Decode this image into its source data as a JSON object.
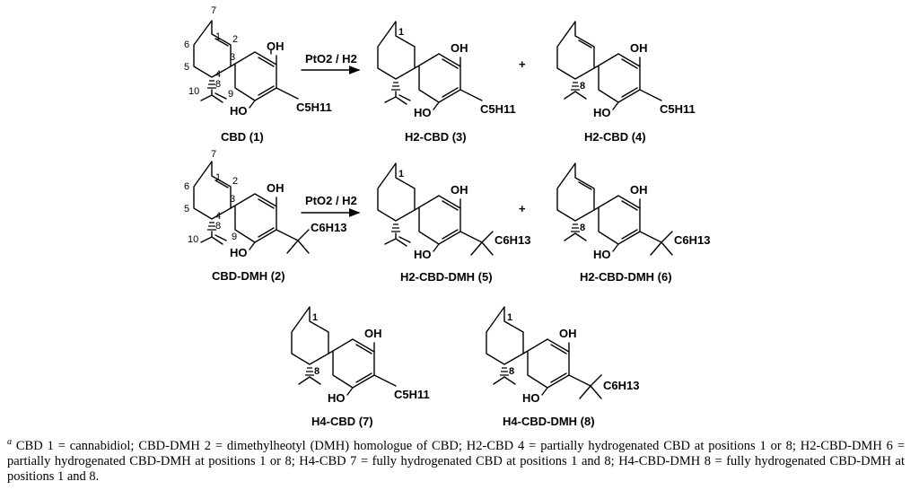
{
  "atoms": {
    "oh": "OH",
    "ho": "HO",
    "c5h11": "C5H11",
    "c6h13": "C6H13"
  },
  "reagent": "PtO2 / H2",
  "plus": "+",
  "compounds": [
    {
      "id": "cbd",
      "label": "CBD (1)"
    },
    {
      "id": "h2cbd3",
      "label": "H2-CBD (3)"
    },
    {
      "id": "h2cbd4",
      "label": "H2-CBD (4)"
    },
    {
      "id": "cbddmh",
      "label": "CBD-DMH (2)"
    },
    {
      "id": "h2cbddmh5",
      "label": "H2-CBD-DMH (5)"
    },
    {
      "id": "h2cbddmh6",
      "label": "H2-CBD-DMH (6)"
    },
    {
      "id": "h4cbd7",
      "label": "H4-CBD (7)"
    },
    {
      "id": "h4cbddmh8",
      "label": "H4-CBD-DMH (8)"
    }
  ],
  "footnote": {
    "marker": "a",
    "text": "CBD 1 = cannabidiol; CBD-DMH 2 = dimethylheotyl (DMH) homologue of CBD; H2-CBD 4 = partially hydrogenated CBD at positions 1 or 8; H2-CBD-DMH 6 = partially hydrogenated CBD-DMH at positions 1 or 8; H4-CBD 7 = fully hydrogenated CBD at positions 1 and 8; H4-CBD-DMH 8 = fully hydrogenated CBD-DMH at positions 1 and 8."
  }
}
